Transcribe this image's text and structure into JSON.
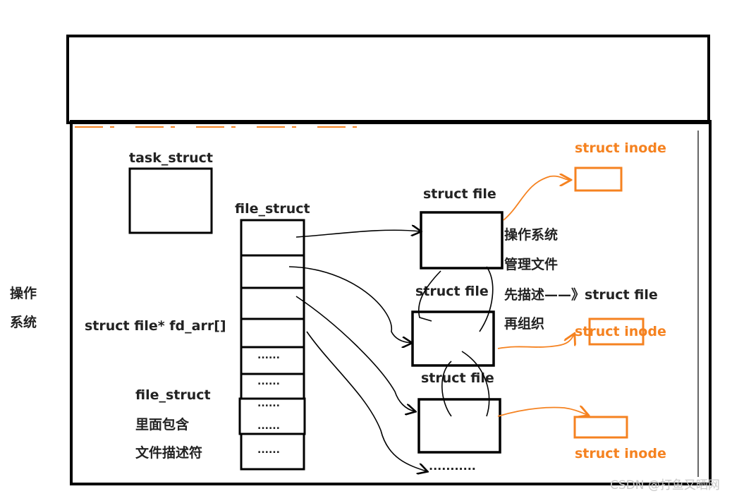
{
  "os_label": [
    "操作",
    "系统"
  ],
  "task_struct": "task_struct",
  "file_struct": "file_struct",
  "fd_arr": "struct file* fd_arr[]",
  "fd_slots": [
    "",
    "",
    "",
    "",
    "......",
    "......",
    "......",
    "......",
    "......"
  ],
  "note": [
    "file_struct",
    "里面包含",
    "文件描述符"
  ],
  "struct_file_labels": [
    "struct file",
    "struct file",
    "struct file"
  ],
  "more_files": "...........",
  "explain": [
    "操作系统",
    "管理文件",
    "先描述——》struct file",
    "再组织"
  ],
  "inode_labels": [
    "struct inode",
    "struct inode",
    "struct inode"
  ],
  "watermark": "CSDN @打鱼又晒网",
  "colors": {
    "ink": "#000000",
    "accent": "#f58220"
  }
}
